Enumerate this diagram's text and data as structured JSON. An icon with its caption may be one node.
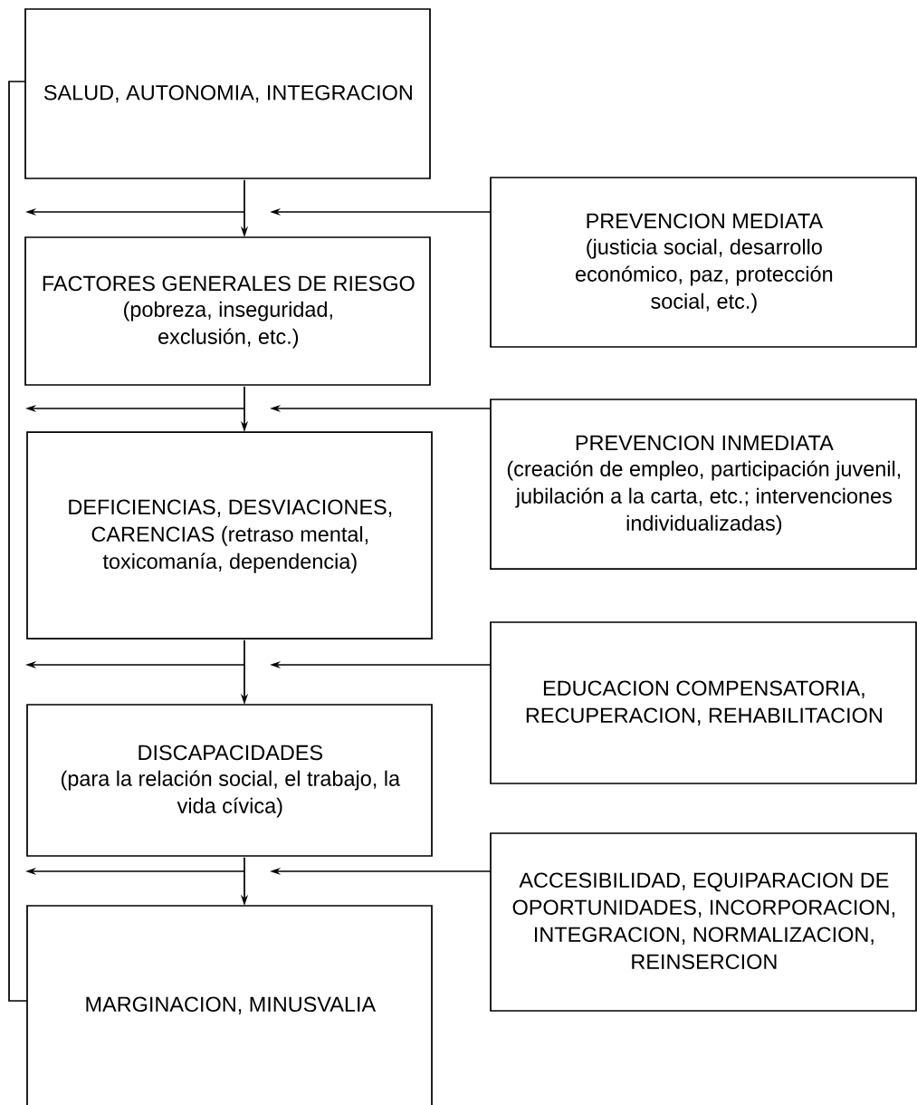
{
  "diagram": {
    "nodes": [
      {
        "text": [
          "SALUD, AUTONOMIA, INTEGRACION"
        ]
      },
      {
        "text": [
          "FACTORES GENERALES DE RIESGO",
          "(pobreza, inseguridad, exclusión, etc.)"
        ]
      },
      {
        "text": [
          "DEFICIENCIAS, DESVIACIONES, CARENCIAS (retraso mental, toxicomanía, dependencia)"
        ]
      },
      {
        "text": [
          "DISCAPACIDADES",
          "(para la relación social, el trabajo, la vida cívica)"
        ]
      },
      {
        "text": [
          "MARGINACION, MINUSVALIA"
        ]
      },
      {
        "text": [
          "PREVENCION MEDIATA",
          "(justicia social, desarrollo económico, paz, protección social, etc.)"
        ]
      },
      {
        "text": [
          "PREVENCION INMEDIATA",
          "(creación de empleo, participación juvenil, jubilación a la carta, etc.; intervenciones individualizadas)"
        ]
      },
      {
        "text": [
          "EDUCACION COMPENSATORIA, RECUPERACION, REHABILITACION"
        ]
      },
      {
        "text": [
          "ACCESIBILIDAD, EQUIPARACION DE OPORTUNIDADES, INCORPORACION, INTEGRACION, NORMALIZACION, REINSERCION"
        ]
      }
    ],
    "edges": [
      {
        "from": 0,
        "to": 1,
        "arrow": "to"
      },
      {
        "from": 1,
        "to": 2,
        "arrow": "to"
      },
      {
        "from": 2,
        "to": 3,
        "arrow": "to"
      },
      {
        "from": 3,
        "to": 4,
        "arrow": "to"
      },
      {
        "from": 4,
        "to": 0,
        "arrow": "none"
      },
      {
        "from": 5,
        "to": null,
        "arrow": "to"
      },
      {
        "from": 6,
        "to": null,
        "arrow": "to"
      },
      {
        "from": 7,
        "to": null,
        "arrow": "to"
      },
      {
        "from": 8,
        "to": null,
        "arrow": "to"
      }
    ]
  }
}
